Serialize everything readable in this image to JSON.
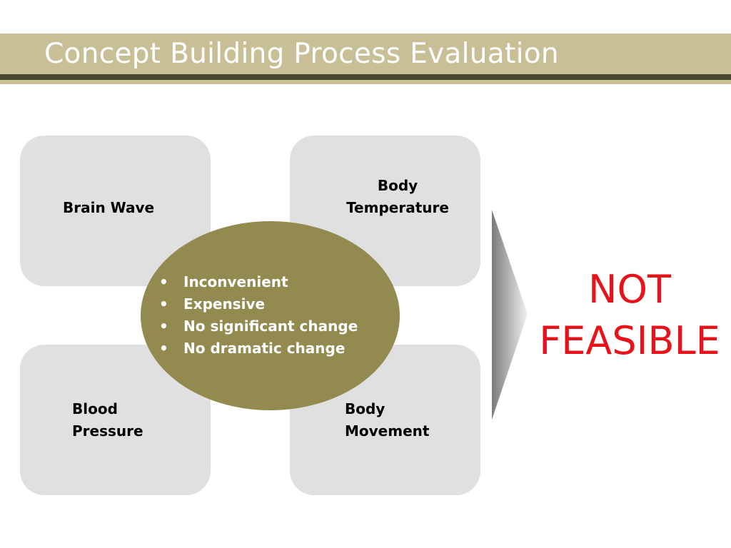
{
  "slide": {
    "title": "Concept Building Process Evaluation"
  },
  "quadrants": {
    "top_left": "Brain Wave",
    "top_right": "Body\nTemperature",
    "bottom_left": "Blood\nPressure",
    "bottom_right": "Body\nMovement"
  },
  "center": {
    "bullet_symbol": "•",
    "items": [
      "Inconvenient",
      "Expensive",
      "No significant change",
      "No dramatic change"
    ]
  },
  "verdict": {
    "text": "NOT\nFEASIBLE"
  },
  "colors": {
    "title_band": "#c8bf96",
    "title_rule": "#4a4730",
    "quadrant_fill": "#e0e0e0",
    "ellipse_fill": "#938a50",
    "verdict_text": "#e8131a"
  },
  "icons": {
    "arrow": "chevron-right-arrow"
  }
}
